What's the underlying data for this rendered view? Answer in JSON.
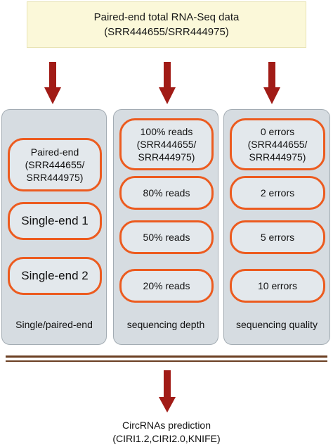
{
  "input": {
    "line1": "Paired-end total RNA-Seq data",
    "line2": "(SRR444655/SRR444975)"
  },
  "colors": {
    "arrow": "#a11b16",
    "pill_border": "#ec5b1f",
    "column_fill": "#d6dce1",
    "input_fill": "#fbf8d9",
    "rule": "#6b3f22"
  },
  "columns": [
    {
      "label": "Single/paired-end",
      "items": [
        {
          "lines": [
            "Paired-end",
            "(SRR444655/",
            "SRR444975)"
          ]
        },
        {
          "lines": [
            "Single-end 1"
          ]
        },
        {
          "lines": [
            "Single-end 2"
          ]
        }
      ]
    },
    {
      "label": "sequencing depth",
      "items": [
        {
          "lines": [
            "100% reads",
            "(SRR444655/",
            "SRR444975)"
          ]
        },
        {
          "lines": [
            "80% reads"
          ]
        },
        {
          "lines": [
            "50% reads"
          ]
        },
        {
          "lines": [
            "20% reads"
          ]
        }
      ]
    },
    {
      "label": "sequencing quality",
      "items": [
        {
          "lines": [
            "0 errors",
            "(SRR444655/",
            "SRR444975)"
          ]
        },
        {
          "lines": [
            "2 errors"
          ]
        },
        {
          "lines": [
            "5 errors"
          ]
        },
        {
          "lines": [
            "10 errors"
          ]
        }
      ]
    }
  ],
  "output": {
    "line1": "CircRNAs prediction",
    "line2": "(CIRI1.2,CIRI2.0,KNIFE)"
  }
}
